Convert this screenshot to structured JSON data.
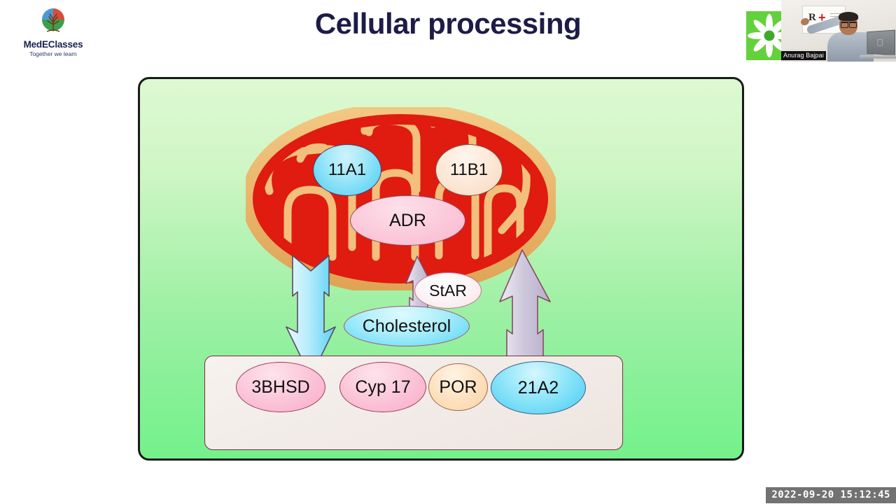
{
  "slide": {
    "title": "Cellular processing",
    "title_color": "#1d1c47",
    "panel_bg_top": "#ddf9d3",
    "panel_bg_bottom": "#74f18b",
    "panel_border_color": "#1a1a1a"
  },
  "brand": {
    "name": "MedEClasses",
    "tagline": "Together we learn",
    "logo_icon": "tree-logo-icon"
  },
  "webcam": {
    "presenter_name": "Anurag Bajpai",
    "laptop_logo_icon": "apple-logo-icon",
    "poster_glyph_1": "R",
    "poster_glyph_2": "+"
  },
  "sponsor_logo": {
    "icon": "green-flower-icon",
    "color": "#63d13b"
  },
  "diagram": {
    "organelles": {
      "mitochondrion": {
        "name": "mitochondrion",
        "matrix_color": "#e01b10",
        "membrane_color": "#eeb36a",
        "cristae_color": "#f2c07c"
      },
      "endoplasmic_reticulum": {
        "name": "endoplasmic-reticulum",
        "fill_color": "#f2ece8",
        "border_color": "#7c2b44"
      }
    },
    "mito_labels": [
      {
        "id": "11a1",
        "text": "11A1",
        "color": "#46cdf4"
      },
      {
        "id": "11b1",
        "text": "11B1",
        "color": "#f8d9bd"
      },
      {
        "id": "adr",
        "text": "ADR",
        "color": "#f8b7cd"
      }
    ],
    "cytosol_labels": [
      {
        "id": "star",
        "text": "StAR",
        "color": "#f4e3e8"
      },
      {
        "id": "chol",
        "text": "Cholesterol",
        "color": "#56d6f6"
      }
    ],
    "er_labels": [
      {
        "id": "3bhsd",
        "text": "3BHSD",
        "color": "#f8aac6"
      },
      {
        "id": "cyp17",
        "text": "Cyp 17",
        "color": "#f8aac6"
      },
      {
        "id": "por",
        "text": "POR",
        "color": "#fbd3a6"
      },
      {
        "id": "21a2",
        "text": "21A2",
        "color": "#44cdf4"
      }
    ],
    "arrows": [
      {
        "id": "arrow-in",
        "icon": "arrow-down-striped-icon",
        "direction": "down",
        "color": "#8fdcf6"
      },
      {
        "id": "arrow-out",
        "icon": "arrow-up-striped-icon",
        "direction": "up",
        "color": "#c3bcd4"
      },
      {
        "id": "arrow-star",
        "icon": "arrow-up-striped-icon",
        "direction": "up",
        "color": "#c3bcd4"
      }
    ]
  },
  "recording": {
    "timestamp": "2022-09-20 15:12:45"
  }
}
